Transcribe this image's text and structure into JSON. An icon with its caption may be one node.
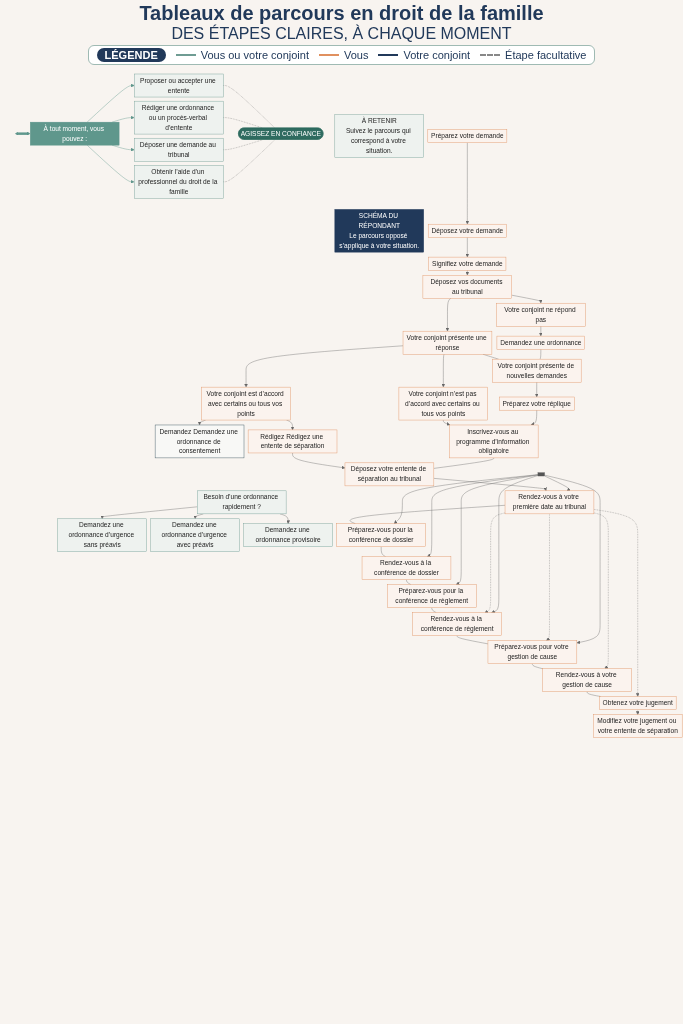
{
  "diagram": {
    "title": "Tableaux de parcours en droit de la famille",
    "nodes": [
      {
        "text": [
          "Préparez votre demande"
        ]
      },
      {
        "text": [
          "Déposez votre demande"
        ]
      },
      {
        "text": [
          "Signifiez votre demande"
        ]
      },
      {
        "text": [
          "Déposez vos documents au tribunal"
        ]
      },
      {
        "text": [
          "Besoin d’une ordonnance rapidement ?"
        ]
      },
      {
        "text": [
          "Demandez une ordonnance d’urgence sans préavis"
        ]
      },
      {
        "text": [
          "Demandez une ordonnance d’urgence avec préavis"
        ]
      },
      {
        "text": [
          "Demandez une ordonnance provisoire"
        ]
      },
      {
        "text": [
          "Votre conjoint présente une réponse"
        ]
      },
      {
        "text": [
          "Votre conjoint ne répond pas"
        ]
      },
      {
        "text": [
          "Demandez une ordonnance"
        ]
      },
      {
        "text": [
          "Votre conjoint est d’accord avec certains ou tous vos points"
        ]
      },
      {
        "text": [
          "Votre conjoint n’est pas d’accord avec certains ou tous vos points"
        ]
      },
      {
        "text": [
          "Votre conjoint présente de nouvelles demandes"
        ]
      },
      {
        "text": [
          "Demandez Demandez une ordonnance de consentement"
        ]
      },
      {
        "text": [
          "Rédigez Rédigez une entente de séparation"
        ]
      },
      {
        "text": [
          "Inscrivez-vous au programme d’information obligatoire"
        ]
      },
      {
        "text": [
          "Préparez votre réplique"
        ]
      },
      {
        "text": [
          "Déposez votre entente de séparation au tribunal"
        ]
      },
      {
        "text": [
          "Rendez-vous à votre première date au tribunal"
        ]
      },
      {
        "text": [
          "Préparez-vous pour la conférence de dossier"
        ]
      },
      {
        "text": [
          "Rendez-vous à la conférence de dossier"
        ]
      },
      {
        "text": [
          "Préparez-vous pour la conférence de règlement"
        ]
      },
      {
        "text": [
          "Rendez-vous à la conférence de règlement"
        ]
      },
      {
        "text": [
          "Préparez-vous pour votre gestion de cause"
        ]
      },
      {
        "text": [
          "Rendez-vous à votre gestion de cause"
        ]
      },
      {
        "text": [
          "Obtenez votre jugement"
        ]
      },
      {
        "text": [
          "Modifiez votre jugement ou votre entente de séparation"
        ]
      },
      {
        "text": [
          "À tout moment, vous pouvez :"
        ]
      },
      {
        "text": [
          "Proposer ou accepter une entente"
        ]
      },
      {
        "text": [
          "Rédiger une ordonnance ou un procès-verbal d’entente"
        ]
      },
      {
        "text": [
          "Déposer une demande au tribunal"
        ]
      },
      {
        "text": [
          "Obtenir l’aide d’un professionnel du droit de la famille"
        ]
      },
      {
        "text": [
          "AGISSEZ EN CONFIANCE"
        ]
      },
      {
        "text": [
          "À RETENIR",
          "Suivez le parcours qui correspond à votre situation."
        ]
      },
      {
        "text": [
          "SCHÉMA DU RÉPONDANT",
          "Le parcours opposé s’applique à votre situation."
        ]
      },
      {
        "text": [],
        "shape": "bar"
      }
    ],
    "edges": [
      {
        "from": 0,
        "to": 1,
        "arrow": "to"
      },
      {
        "from": 1,
        "to": 2,
        "arrow": "to"
      },
      {
        "from": 2,
        "to": 3,
        "arrow": "to"
      },
      {
        "from": 4,
        "to": 5,
        "arrow": "to"
      },
      {
        "from": 4,
        "to": 6,
        "arrow": "to"
      },
      {
        "from": 4,
        "to": 7,
        "arrow": "to"
      },
      {
        "from": 3,
        "to": 8,
        "arrow": "to"
      },
      {
        "from": 3,
        "to": 9,
        "arrow": "to"
      },
      {
        "from": 9,
        "to": 10,
        "arrow": "to"
      },
      {
        "from": 8,
        "to": 11,
        "arrow": "to"
      },
      {
        "from": 8,
        "to": 12,
        "arrow": "to"
      },
      {
        "from": 8,
        "to": 13,
        "arrow": "none"
      },
      {
        "from": 10,
        "to": 13,
        "arrow": "none"
      },
      {
        "from": 11,
        "to": 14,
        "arrow": "to"
      },
      {
        "from": 11,
        "to": 15,
        "arrow": "to"
      },
      {
        "from": 12,
        "to": 16,
        "arrow": "to"
      },
      {
        "from": 13,
        "to": 17,
        "arrow": "to"
      },
      {
        "from": 17,
        "to": 16,
        "arrow": "to"
      },
      {
        "from": 15,
        "to": 18,
        "arrow": "to"
      },
      {
        "from": 16,
        "to": 18,
        "arrow": "none"
      },
      {
        "from": 18,
        "to": 19,
        "arrow": "to"
      },
      {
        "from": 19,
        "to": 20,
        "arrow": "none"
      },
      {
        "from": 20,
        "to": 21,
        "arrow": "none"
      },
      {
        "from": 21,
        "to": 22,
        "arrow": "none"
      },
      {
        "from": 22,
        "to": 23,
        "arrow": "none"
      },
      {
        "from": 23,
        "to": 24,
        "arrow": "none"
      },
      {
        "from": 24,
        "to": 25,
        "arrow": "none"
      },
      {
        "from": 25,
        "to": 26,
        "arrow": "none"
      },
      {
        "from": 19,
        "to": 23,
        "arrow": "to",
        "style": "dashed"
      },
      {
        "from": 19,
        "to": 24,
        "arrow": "to",
        "style": "dashed"
      },
      {
        "from": 19,
        "to": 25,
        "arrow": "to",
        "style": "dashed"
      },
      {
        "from": 19,
        "to": 26,
        "arrow": "to",
        "style": "dashed"
      },
      {
        "from": 36,
        "to": 19,
        "arrow": "to"
      },
      {
        "from": 36,
        "to": 20,
        "arrow": "to"
      },
      {
        "from": 36,
        "to": 21,
        "arrow": "to"
      },
      {
        "from": 36,
        "to": 22,
        "arrow": "to"
      },
      {
        "from": 36,
        "to": 23,
        "arrow": "to"
      },
      {
        "from": 36,
        "to": 24,
        "arrow": "to"
      },
      {
        "from": 26,
        "to": 27,
        "arrow": "to",
        "style": "dashed"
      },
      {
        "from": null,
        "to": 28,
        "arrow": "both",
        "style": "thick",
        "color": "#5f978c"
      },
      {
        "from": 28,
        "to": 29,
        "arrow": "to",
        "color": "#5f978c"
      },
      {
        "from": 28,
        "to": 30,
        "arrow": "to",
        "color": "#5f978c"
      },
      {
        "from": 28,
        "to": 31,
        "arrow": "to",
        "color": "#5f978c"
      },
      {
        "from": 28,
        "to": 32,
        "arrow": "to",
        "color": "#5f978c"
      },
      {
        "from": 29,
        "to": 33,
        "arrow": "none",
        "style": "dashed"
      },
      {
        "from": 30,
        "to": 33,
        "arrow": "none",
        "style": "dashed"
      },
      {
        "from": 31,
        "to": 33,
        "arrow": "none",
        "style": "dashed"
      },
      {
        "from": 32,
        "to": 33,
        "arrow": "none",
        "style": "dashed"
      }
    ],
    "labels": [
      "DES ÉTAPES CLAIRES, À CHAQUE MOMENT",
      "LÉGENDE"
    ],
    "legend": [
      {
        "text": "Vous ou votre conjoint"
      },
      {
        "text": "Vous"
      },
      {
        "text": "Votre conjoint"
      },
      {
        "text": "Étape facultative"
      }
    ]
  }
}
